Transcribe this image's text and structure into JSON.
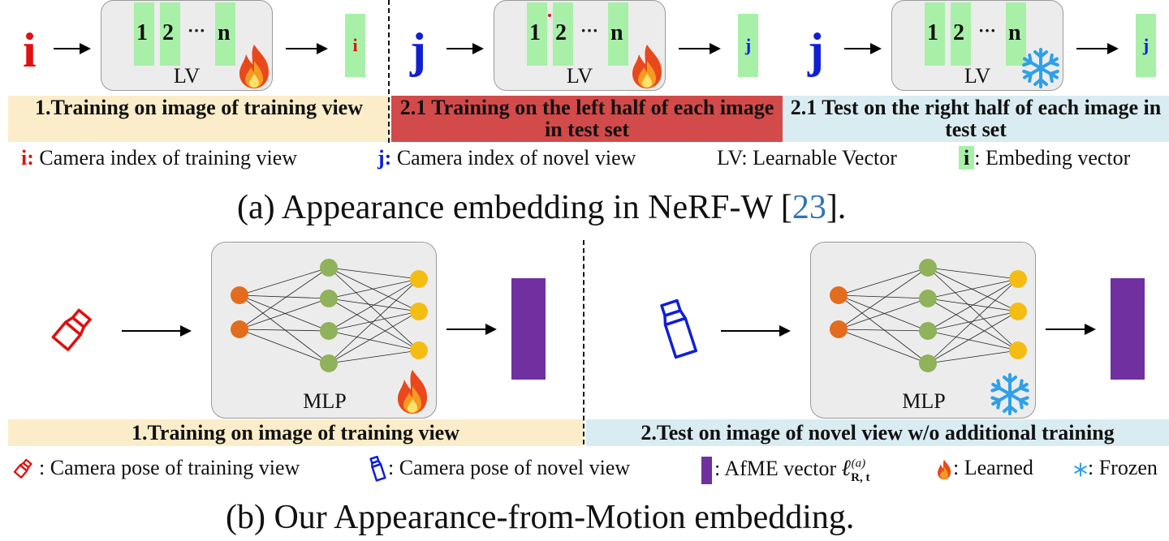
{
  "top": {
    "panels": [
      {
        "index": "i",
        "index_color": "#e01010",
        "cells": [
          "1",
          "2",
          "···",
          "n"
        ],
        "box_label": "LV",
        "badge": "fire",
        "embedding": "i",
        "band": "1.Training on image of training view",
        "band_color": "#fbedc9"
      },
      {
        "index": "j",
        "index_color": "#1020d0",
        "cells": [
          "1",
          "2",
          "···",
          "n"
        ],
        "box_label": "LV",
        "badge": "fire",
        "embedding": "j",
        "band": "2.1 Training on the left half of each image in test set",
        "band_color": "#d24a4a"
      },
      {
        "index": "j",
        "index_color": "#1020d0",
        "cells": [
          "1",
          "2",
          "···",
          "n"
        ],
        "box_label": "LV",
        "badge": "snowflake",
        "embedding": "j",
        "band": "2.1 Test on the right half of each image in test set",
        "band_color": "#d9ecf2"
      }
    ],
    "legend": {
      "i_key": "i:",
      "i_text": " Camera index of training view",
      "j_key": "j:",
      "j_text": " Camera index of novel view",
      "lv_text": "LV: Learnable Vector",
      "emb_key": "i",
      "emb_text": ": Embeding vector"
    },
    "caption": {
      "prefix": "(a) Appearance embedding in NeRF-W [",
      "ref": "23",
      "suffix": "]."
    }
  },
  "bottom": {
    "panels": [
      {
        "camera": "camera-red-icon",
        "box_label": "MLP",
        "badge": "fire",
        "band": "1.Training on image of training view",
        "band_color": "#fbedc9"
      },
      {
        "camera": "camera-blue-icon",
        "box_label": "MLP",
        "badge": "snowflake",
        "band": "2.Test on image of novel view w/o additional training",
        "band_color": "#d9ecf2"
      }
    ],
    "legend": {
      "train_pose": ": Camera pose of training view",
      "novel_pose": ": Camera pose of novel view",
      "afme": ": AfME vector",
      "learned": ": Learned",
      "frozen": ": Frozen"
    },
    "caption": "(b) Our Appearance-from-Motion embedding."
  },
  "colors": {
    "red": "#e01010",
    "blue": "#1020d0",
    "cell_green": "#a8f0a8",
    "purple": "#7030a0",
    "node_orange": "#e36c1e",
    "node_green": "#8fb25a",
    "node_yellow": "#f4bd14",
    "link_blue": "#2e75b6"
  }
}
